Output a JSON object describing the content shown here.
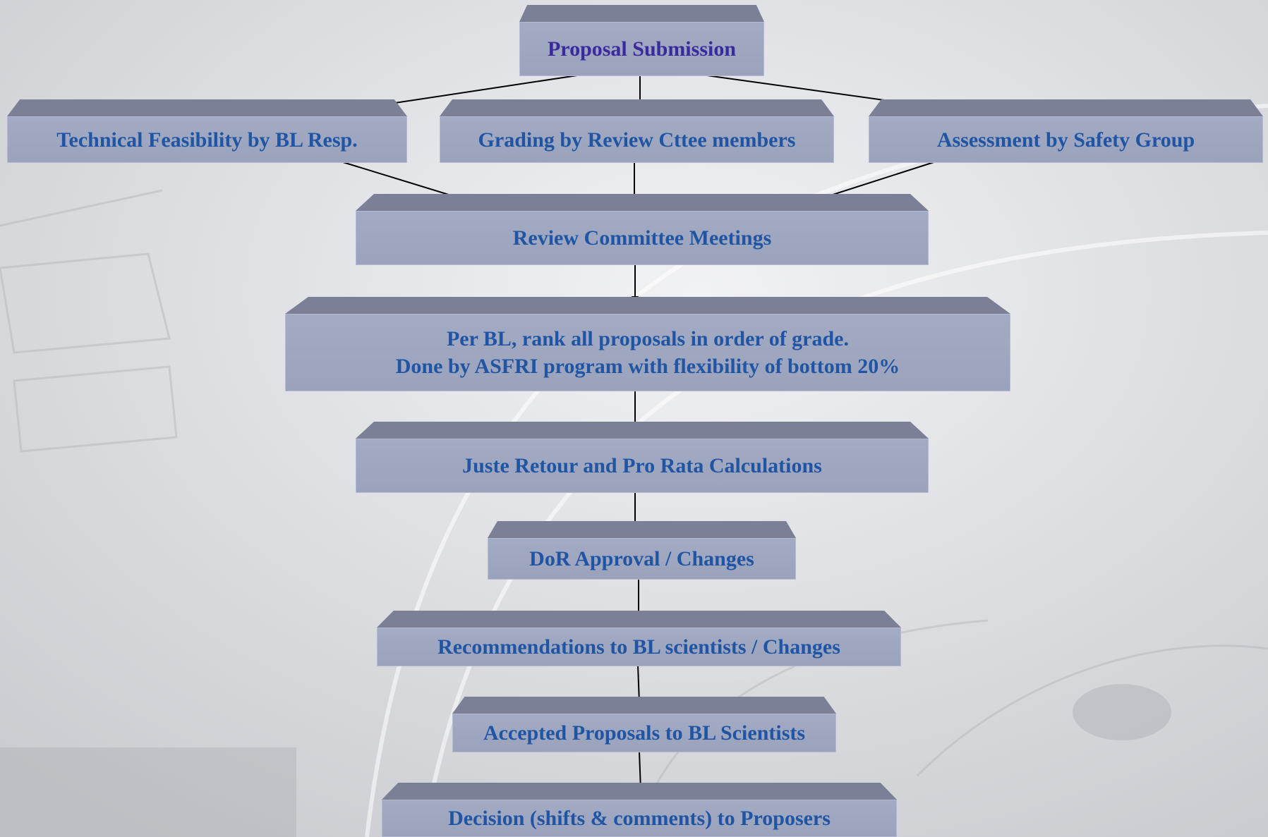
{
  "boxes": {
    "proposal_submission": "Proposal Submission",
    "technical_feasibility": "Technical Feasibility by BL Resp.",
    "grading": "Grading by Review Cttee members",
    "assessment": "Assessment by Safety Group",
    "review_meetings": "Review Committee Meetings",
    "rank": "Per BL, rank all proposals in order of grade.\nDone by ASFRI program with flexibility of bottom 20%",
    "juste_retour": "Juste Retour and Pro Rata Calculations",
    "dor_approval": "DoR Approval / Changes",
    "recommendations": "Recommendations to BL scientists / Changes",
    "accepted": "Accepted Proposals to BL Scientists",
    "decision": "Decision (shifts & comments) to Proposers"
  },
  "colors": {
    "box_face": "#a3abc4",
    "box_top": "#7b8096",
    "label_text": "#1f55a3",
    "title_text": "#3a2a9e",
    "arrow": "#000000"
  }
}
